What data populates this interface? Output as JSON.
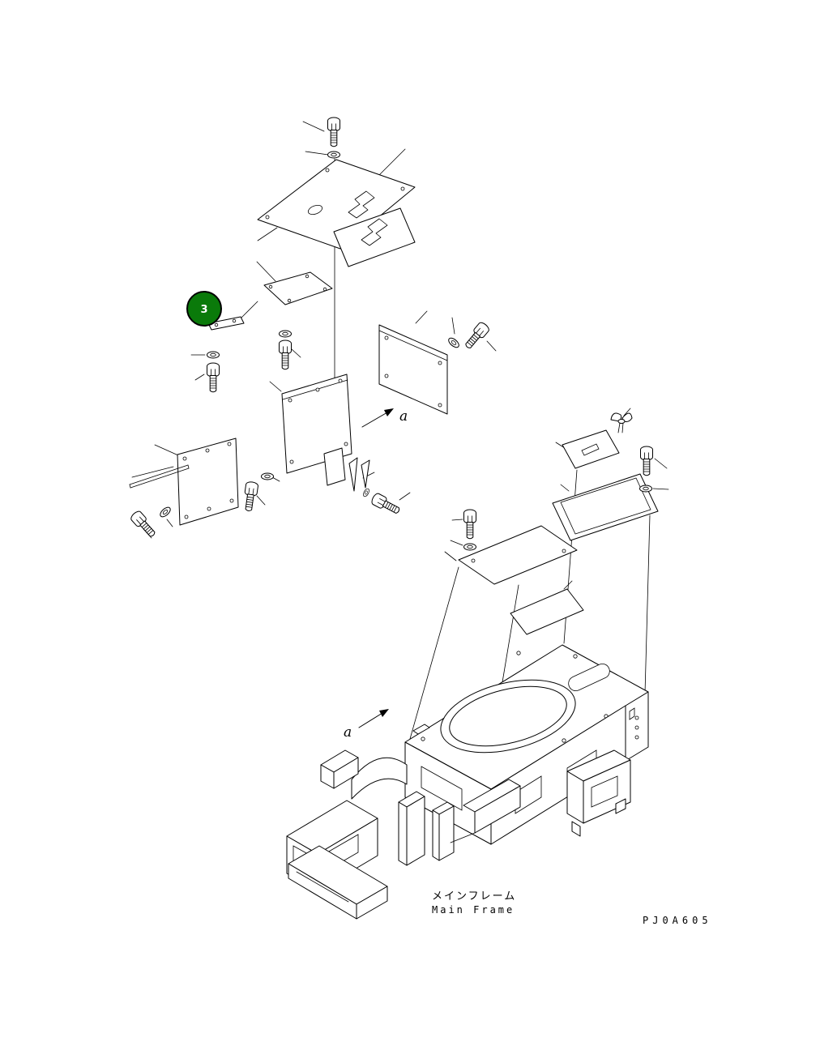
{
  "diagram": {
    "callout_number": "3",
    "section_arrows": {
      "top_label": "a",
      "bottom_label": "a"
    },
    "frame_label_jp": "メインフレーム",
    "frame_label_en": "Main Frame",
    "drawing_code": "PJ0A605",
    "colors": {
      "callout_fill": "#0a7a0a",
      "callout_border": "#000000",
      "callout_text": "#ffffff",
      "line": "#000000",
      "background": "#ffffff"
    }
  }
}
